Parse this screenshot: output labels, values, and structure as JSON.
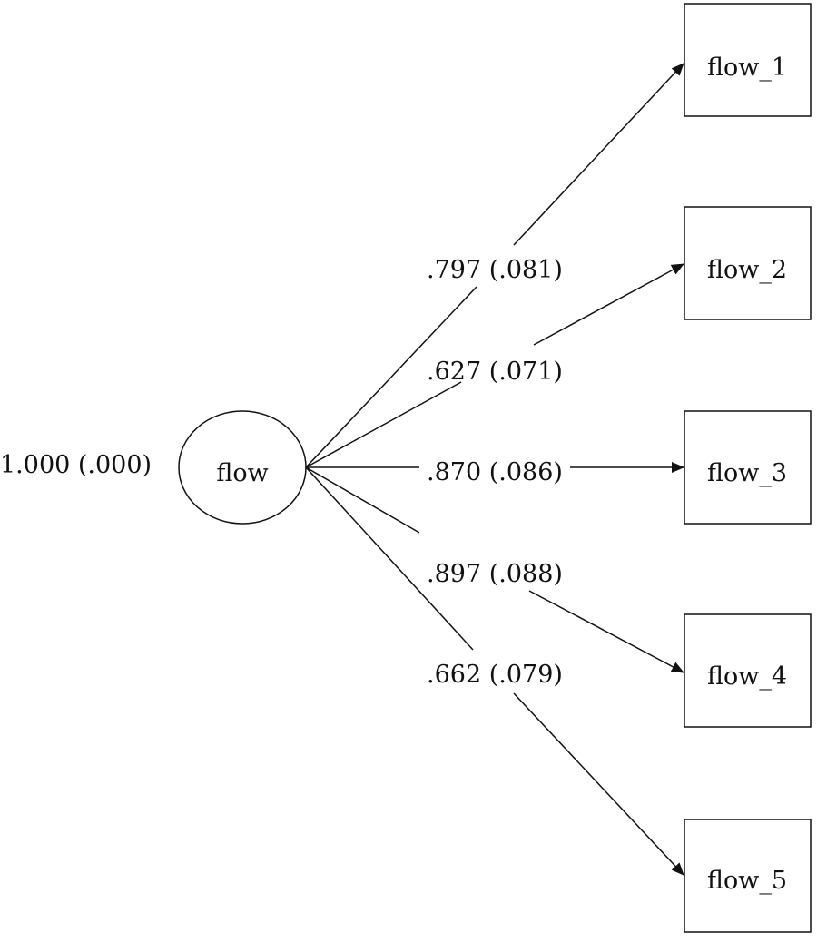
{
  "latent": {
    "label": "flow",
    "variance": "1.000 (.000)"
  },
  "indicators": [
    {
      "label": "flow_1",
      "loading": ".797 (.081)"
    },
    {
      "label": "flow_2",
      "loading": ".627 (.071)"
    },
    {
      "label": "flow_3",
      "loading": ".870 (.086)"
    },
    {
      "label": "flow_4",
      "loading": ".897 (.088)"
    },
    {
      "label": "flow_5",
      "loading": ".662 (.079)"
    }
  ],
  "colors": {
    "stroke": "#111111",
    "background": "#ffffff"
  }
}
